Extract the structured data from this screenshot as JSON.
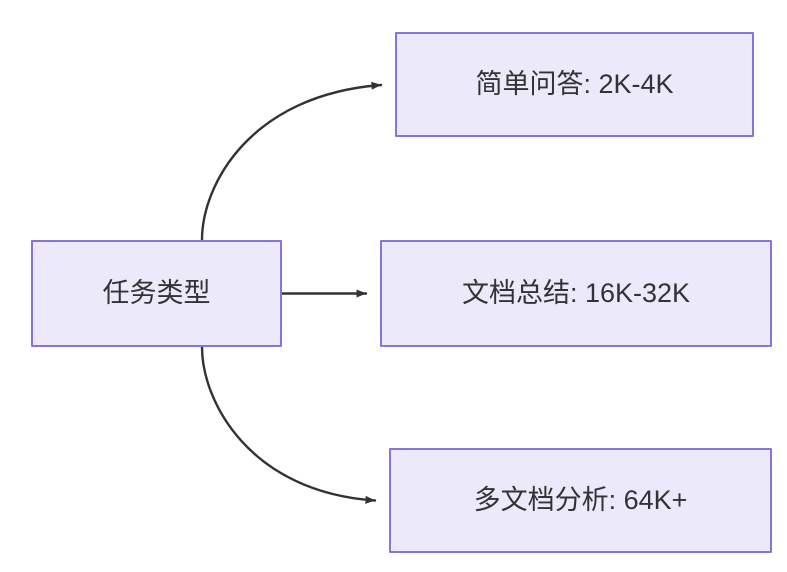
{
  "diagram": {
    "type": "flowchart",
    "direction": "left-to-right",
    "background_color": "#ffffff",
    "node_fill_color": "#ece9fb",
    "node_border_color": "#8b72d9",
    "node_text_color": "#333333",
    "edge_color": "#333333",
    "source_node": {
      "id": "task-type",
      "label": "任务类型"
    },
    "target_nodes": [
      {
        "id": "simple-qa",
        "label": "简单问答: 2K-4K",
        "task": "简单问答",
        "context_length": "2K-4K"
      },
      {
        "id": "doc-summary",
        "label": "文档总结: 16K-32K",
        "task": "文档总结",
        "context_length": "16K-32K"
      },
      {
        "id": "multi-doc",
        "label": "多文档分析: 64K+",
        "task": "多文档分析",
        "context_length": "64K+"
      }
    ],
    "edges": [
      {
        "id": "edge-to-simple-qa",
        "from": "task-type",
        "to": "simple-qa",
        "shape": "curved",
        "label": ""
      },
      {
        "id": "edge-to-doc-summary",
        "from": "task-type",
        "to": "doc-summary",
        "shape": "straight",
        "label": ""
      },
      {
        "id": "edge-to-multi-doc",
        "from": "task-type",
        "to": "multi-doc",
        "shape": "curved",
        "label": ""
      }
    ]
  }
}
